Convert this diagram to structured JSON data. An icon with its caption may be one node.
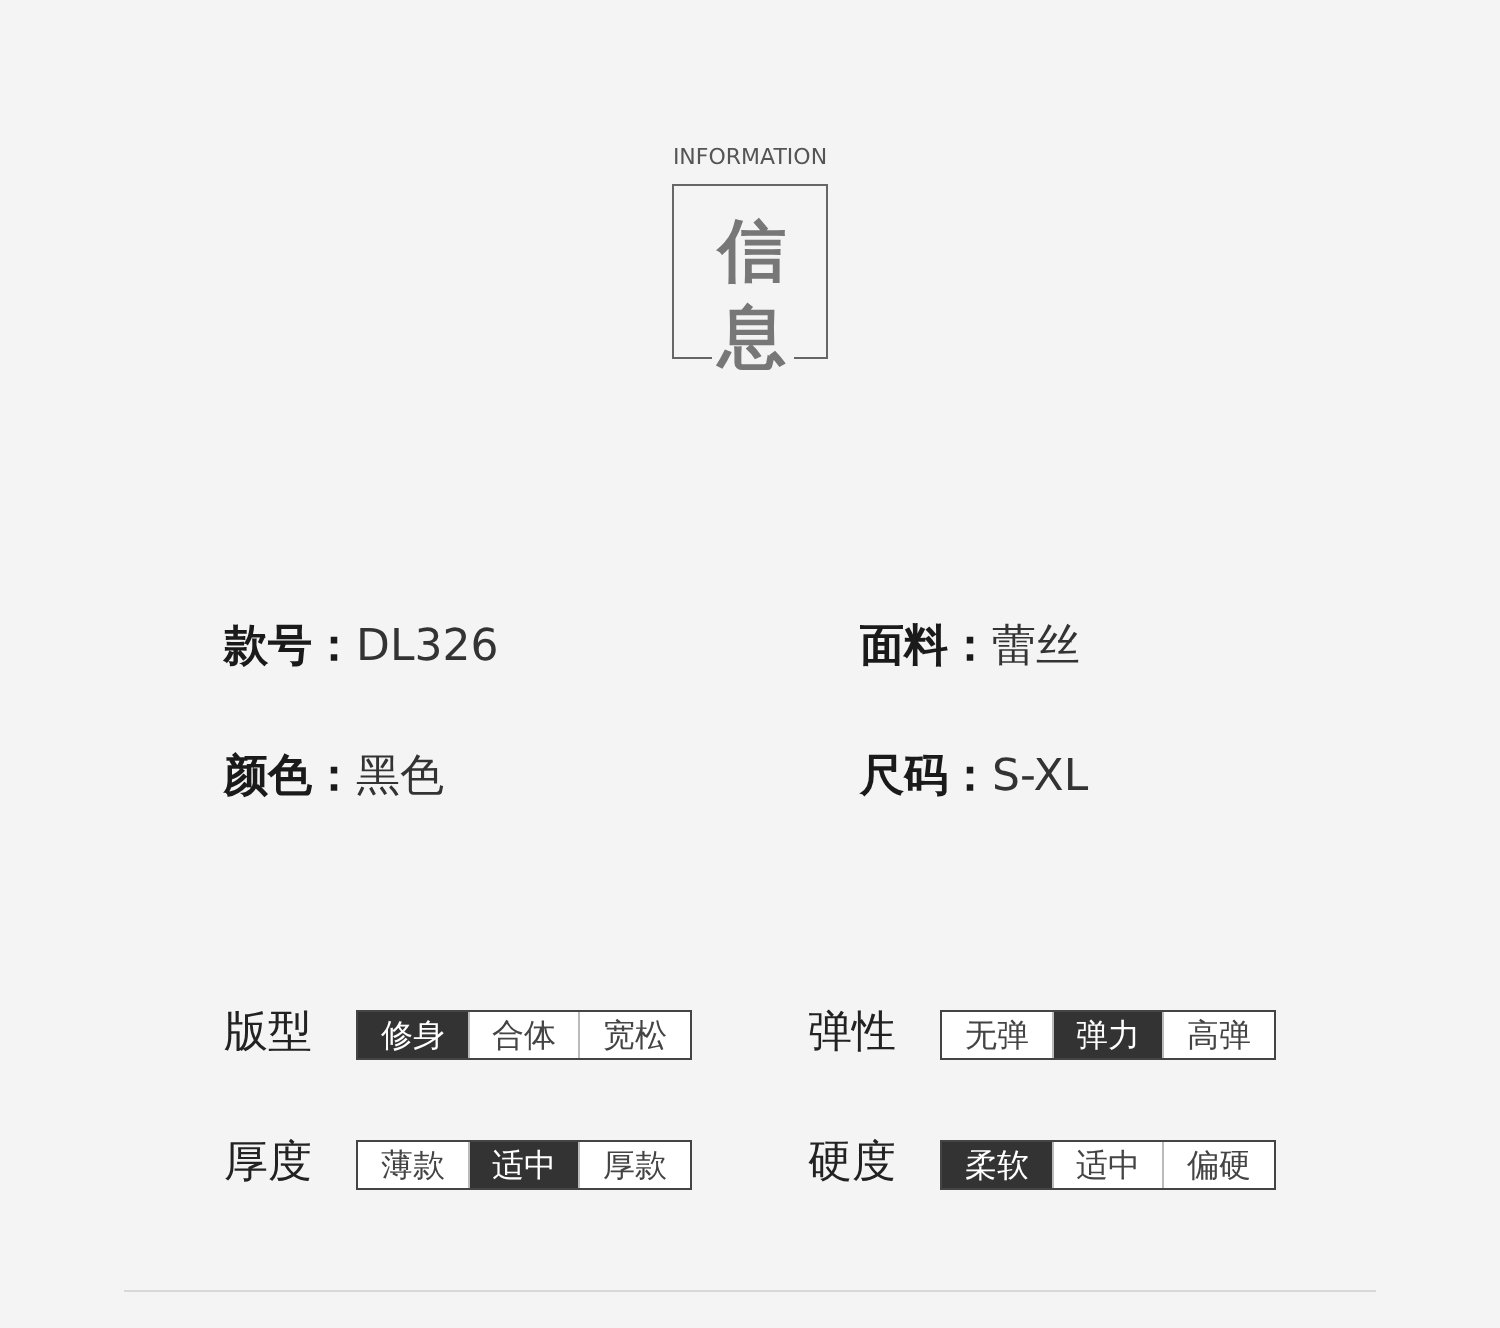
{
  "diagram": {
    "nodes": [
      {
        "text": [
          "INFORMATION",
          "信息"
        ]
      },
      {
        "text": [
          "版型"
        ]
      },
      {
        "text": [
          "修身"
        ],
        "in": 1
      },
      {
        "text": [
          "合体"
        ],
        "in": 1
      },
      {
        "text": [
          "宽松"
        ],
        "in": 1
      },
      {
        "text": [
          "弹性"
        ]
      },
      {
        "text": [
          "无弹"
        ],
        "in": 5
      },
      {
        "text": [
          "弹力"
        ],
        "in": 5
      },
      {
        "text": [
          "高弹"
        ],
        "in": 5
      },
      {
        "text": [
          "厚度"
        ]
      },
      {
        "text": [
          "薄款"
        ],
        "in": 9
      },
      {
        "text": [
          "适中"
        ],
        "in": 9
      },
      {
        "text": [
          "厚款"
        ],
        "in": 9
      },
      {
        "text": [
          "硬度"
        ]
      },
      {
        "text": [
          "柔软"
        ],
        "in": 13
      },
      {
        "text": [
          "适中"
        ],
        "in": 13
      },
      {
        "text": [
          "偏硬"
        ],
        "in": 13
      }
    ],
    "edges": [],
    "labels": [
      "**款号：**DL326",
      "**面料：**蕾丝",
      "**颜色：**黑色",
      "**尺码：**S-XL"
    ]
  }
}
